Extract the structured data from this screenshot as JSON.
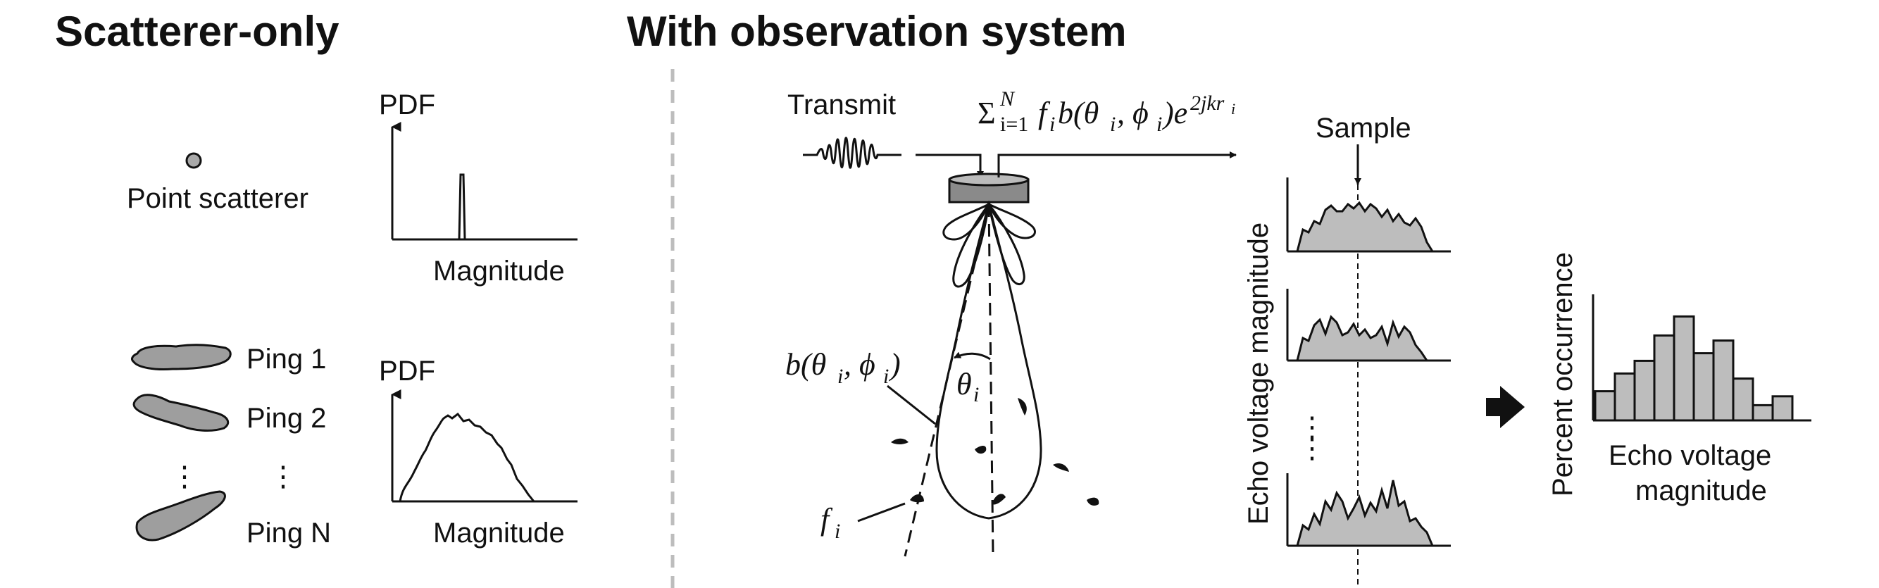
{
  "headings": {
    "left": "Scatterer-only",
    "right": "With observation system"
  },
  "left_panel": {
    "point_scatterer_label": "Point scatterer",
    "pdf_label_top": "PDF",
    "magnitude_label_top": "Magnitude",
    "pdf_label_bottom": "PDF",
    "magnitude_label_bottom": "Magnitude",
    "ping_labels": [
      "Ping 1",
      "Ping 2",
      "Ping N"
    ],
    "ellipsis": "⋮"
  },
  "right_panel": {
    "transmit_label": "Transmit",
    "sample_label": "Sample",
    "echo_axis_label": "Echo voltage magnitude",
    "percent_axis_label": "Percent occurrence",
    "histogram_xlabel_line1": "Echo voltage",
    "histogram_xlabel_line2": "magnitude",
    "histogram_values": [
      0.23,
      0.37,
      0.47,
      0.67,
      0.82,
      0.53,
      0.63,
      0.33,
      0.12,
      0.19
    ],
    "sum_formula": {
      "sigma": "Σ",
      "lower": "i=1",
      "upper": "N",
      "body": "f",
      "body_sub": "i",
      "mid": "b(θ",
      "mid_sub": "i",
      "comma": ", ϕ",
      "comma_sub": "i",
      "close": ")e",
      "exp": "2jkr",
      "exp_sub": "i"
    },
    "beam_label": {
      "b": "b(θ",
      "sub1": "i",
      "mid": ", ϕ",
      "sub2": "i",
      "close": ")"
    },
    "theta_label": {
      "t": "θ",
      "sub": "i"
    },
    "f_label": {
      "f": "f",
      "sub": "i"
    },
    "dots": "⋮"
  }
}
